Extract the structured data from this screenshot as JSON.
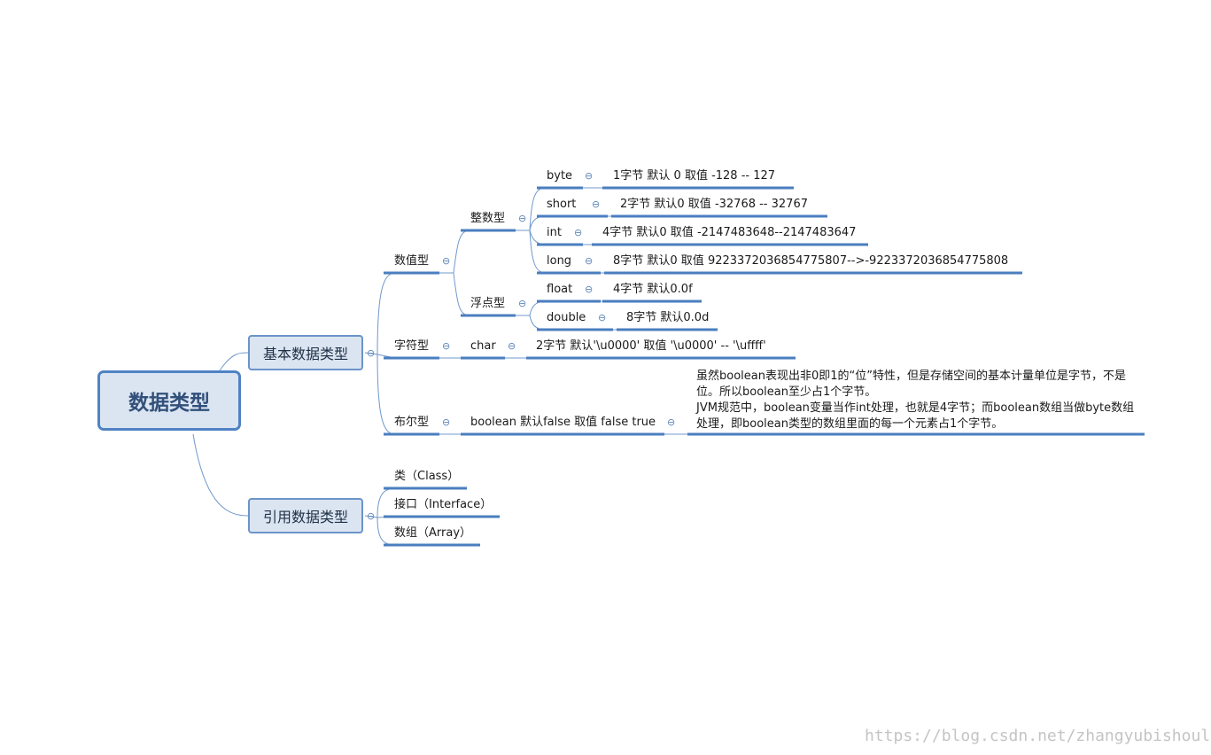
{
  "root": "数据类型",
  "basic": {
    "label": "基本数据类型",
    "numeric": {
      "label": "数值型",
      "integer": {
        "label": "整数型",
        "items": [
          {
            "name": "byte",
            "desc": "1字节  默认 0  取值 -128 -- 127"
          },
          {
            "name": "short",
            "desc": "2字节  默认0  取值 -32768 -- 32767"
          },
          {
            "name": "int",
            "desc": "4字节 默认0  取值 -2147483648--2147483647"
          },
          {
            "name": "long",
            "desc": "8字节 默认0  取值  9223372036854775807-->-9223372036854775808"
          }
        ]
      },
      "float": {
        "label": "浮点型",
        "items": [
          {
            "name": "float",
            "desc": "4字节 默认0.0f"
          },
          {
            "name": "double",
            "desc": "8字节 默认0.0d"
          }
        ]
      }
    },
    "char": {
      "label": "字符型",
      "name": "char",
      "desc": "2字节 默认'\\u0000'  取值   '\\u0000'   -- '\\uffff'"
    },
    "boolean": {
      "label": "布尔型",
      "name": "boolean  默认false 取值 false  true",
      "note": "虽然boolean表现出非0即1的“位”特性，但是存储空间的基本计量单位是字节，不是\n位。所以boolean至少占1个字节。\nJVM规范中，boolean变量当作int处理，也就是4字节；而boolean数组当做byte数组\n处理，即boolean类型的数组里面的每一个元素占1个字节。"
    }
  },
  "reference": {
    "label": "引用数据类型",
    "items": [
      "类（Class）",
      "接口（Interface）",
      "数组（Array）"
    ]
  },
  "collapse_glyph": "⊖",
  "watermark": "https://blog.csdn.net/zhangyubishoulin",
  "colors": {
    "line": "#6f98cc",
    "underline": "#4a7ebf",
    "root_fill": "#dbe5f2",
    "root_border": "#4f82c4"
  }
}
